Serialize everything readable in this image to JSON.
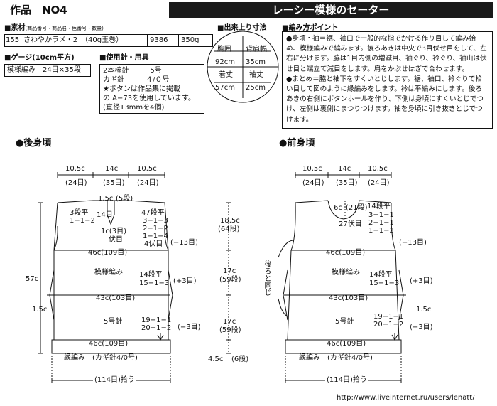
{
  "header": {
    "work_no": "作品　NO4",
    "title": "レーシー模様のセーター"
  },
  "materials": {
    "heading": "■素材",
    "heading_sub": "(商品番号・商品名・色番号・数量)",
    "row": [
      "155",
      "さわやかラメ・2　（40g玉巻）",
      "9386",
      "350g"
    ]
  },
  "gauge": {
    "heading": "■ゲージ(10cm平方)",
    "text": "模様編み　24目×35段"
  },
  "needles": {
    "heading": "■使用針・用具",
    "lines": [
      "2本棒針　　　5号",
      "カギ針　　　４/０号",
      "★ボタンは作品集に掲載",
      "の A−73を使用しています。",
      "(直径13mmを4個)"
    ]
  },
  "size": {
    "heading": "■出来上り寸法",
    "chest_label": "胸囲",
    "chest_value": "92cm",
    "back_label": "背肩幅",
    "back_value": "35cm",
    "length_label": "着丈",
    "length_value": "57cm",
    "sleeve_label": "袖丈",
    "sleeve_value": "25cm"
  },
  "notes": {
    "heading": "■編み方ポイント",
    "p1": "●身頃・袖＝裾、袖口で一般的な指でかける作り目して編み始め、模様編みで編みます。後ろあきは中央で3目伏せ目をして、左右に分けます。脇は1目内側の増減目、袖ぐり、衿ぐり、袖山は伏せ目と端立て減目をします。肩をかぶせはぎで合わせます。",
    "p2": "●まとめ＝脇と袖下をすくいとじします。裾、袖口、衿ぐりで拾い目して図のように縁編みをします。衿は平編みにします。後ろあきの右側にボタンホールを作り、下側は身頃にすくいとじでつけ、左側は裏側にまつりつけます。袖を身頃に引き抜きとじでつけます。"
  },
  "back": {
    "title": "●後身頃",
    "top_widths": [
      "10.5c",
      "14c",
      "10.5c"
    ],
    "top_stitches": [
      "(24目)",
      "(35目)",
      "(24目)"
    ],
    "neck_open": "1.5c",
    "neck_open_st": "(5段)",
    "shoulder_left": "3段平",
    "shoulder_left2": "1−1−2",
    "center_st": "14目",
    "center_3": "1c(3目)",
    "center_fuse": "伏目",
    "arm_dec": [
      "47段平",
      "3−1−3",
      "2−1−2",
      "1−1−4",
      "4伏目"
    ],
    "minus13": "(−13目)",
    "w46a": "46c(109目)",
    "pattern": "模様編み",
    "inc": [
      "14段平",
      "15−1−3"
    ],
    "plus3": "(+3目)",
    "w43": "43c(103目)",
    "needle": "5号針",
    "dec2": [
      "19−1−1",
      "20−1−2"
    ],
    "minus3": "(−3目)",
    "w46b": "46c(109目)",
    "edge": "縁編み　(カギ針4/0号)",
    "pickup": "(114目)拾う",
    "h57": "57c",
    "h15": "1.5c"
  },
  "middle": {
    "a": "18.5c",
    "a_st": "(64段)",
    "b": "17c",
    "b_st": "(59段)",
    "c": "17c",
    "c_st": "(59段)",
    "d": "4.5c",
    "d_st": "(6段)"
  },
  "front": {
    "title": "●前身頃",
    "top_widths": [
      "10.5c",
      "14c",
      "10.5c"
    ],
    "top_stitches": [
      "(24目)",
      "(35目)",
      "(24目)"
    ],
    "neck_6c": "6c",
    "neck_21": "(21段)",
    "center_27": "27伏目",
    "neck_dec": [
      "14段平",
      "3−1−1",
      "2−1−1",
      "1−1−2"
    ],
    "minus13": "(−13目)",
    "w46a": "46c(109目)",
    "same": "後ろと同じ",
    "pattern": "模様編み",
    "inc": [
      "14段平",
      "15−1−3"
    ],
    "plus3": "(+3目)",
    "w43": "43c(103目)",
    "h15": "1.5c",
    "needle": "5号針",
    "dec2": [
      "19−1−1",
      "20−1−2"
    ],
    "minus3": "(−3目)",
    "w46b": "46c(109目)",
    "edge": "縁編み　(カギ針4/0号)",
    "pickup": "(114目)拾う"
  },
  "watermark": "http://www.liveinternet.ru/users/lenatt/"
}
